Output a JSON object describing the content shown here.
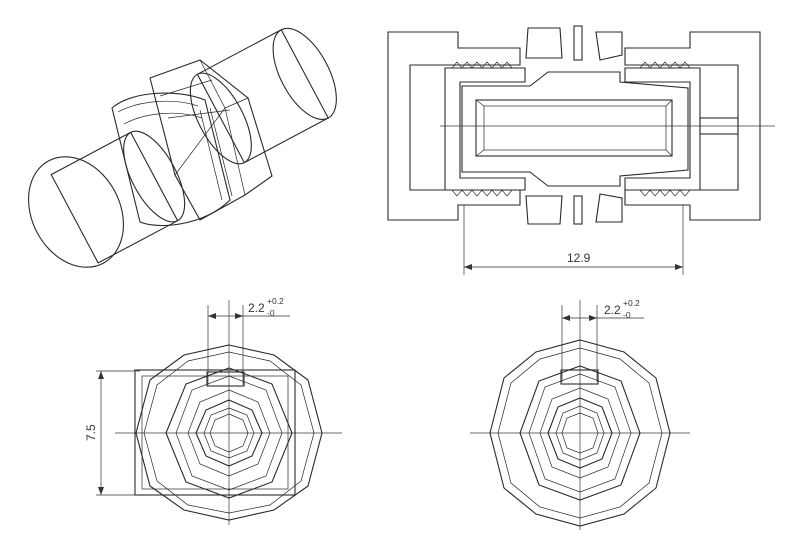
{
  "section_view": {
    "length_dimension": "12.9"
  },
  "end_view_left": {
    "width_dimension": "2.2",
    "tolerance_upper": "+0.2",
    "tolerance_lower": "-0",
    "height_dimension": "7.5"
  },
  "end_view_right": {
    "width_dimension": "2.2",
    "tolerance_upper": "+0.2",
    "tolerance_lower": "-0"
  },
  "colors": {
    "line": "#2a2a2a",
    "background": "#ffffff"
  }
}
